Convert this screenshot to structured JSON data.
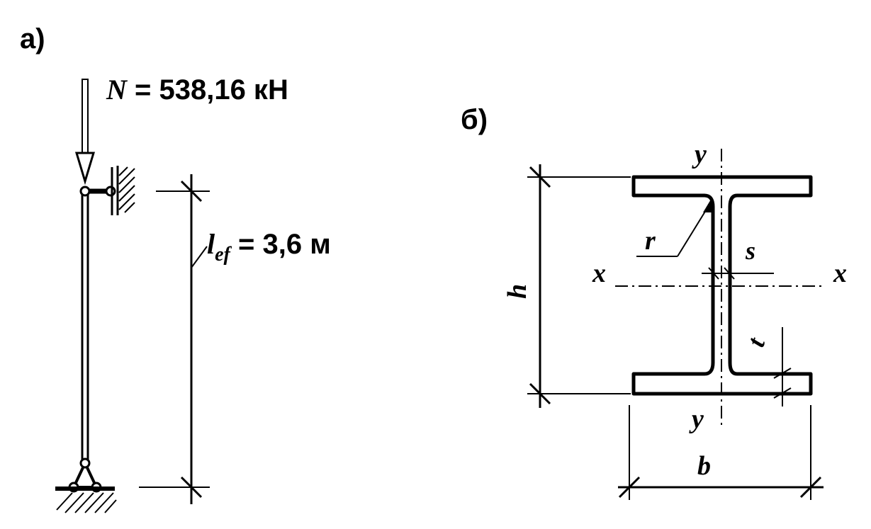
{
  "panel_a": {
    "label": "а)",
    "force_symbol": "N",
    "force_value": " = 538,16 кН",
    "length_symbol": "l",
    "length_subscript": "ef",
    "length_value": " = 3,6 м"
  },
  "panel_b": {
    "label": "б)",
    "axis_y_top": "y",
    "axis_y_bottom": "y",
    "axis_x_left": "x",
    "axis_x_right": "x",
    "dim_h": "h",
    "dim_b": "b",
    "dim_r": "r",
    "dim_s": "s",
    "dim_t": "t"
  }
}
